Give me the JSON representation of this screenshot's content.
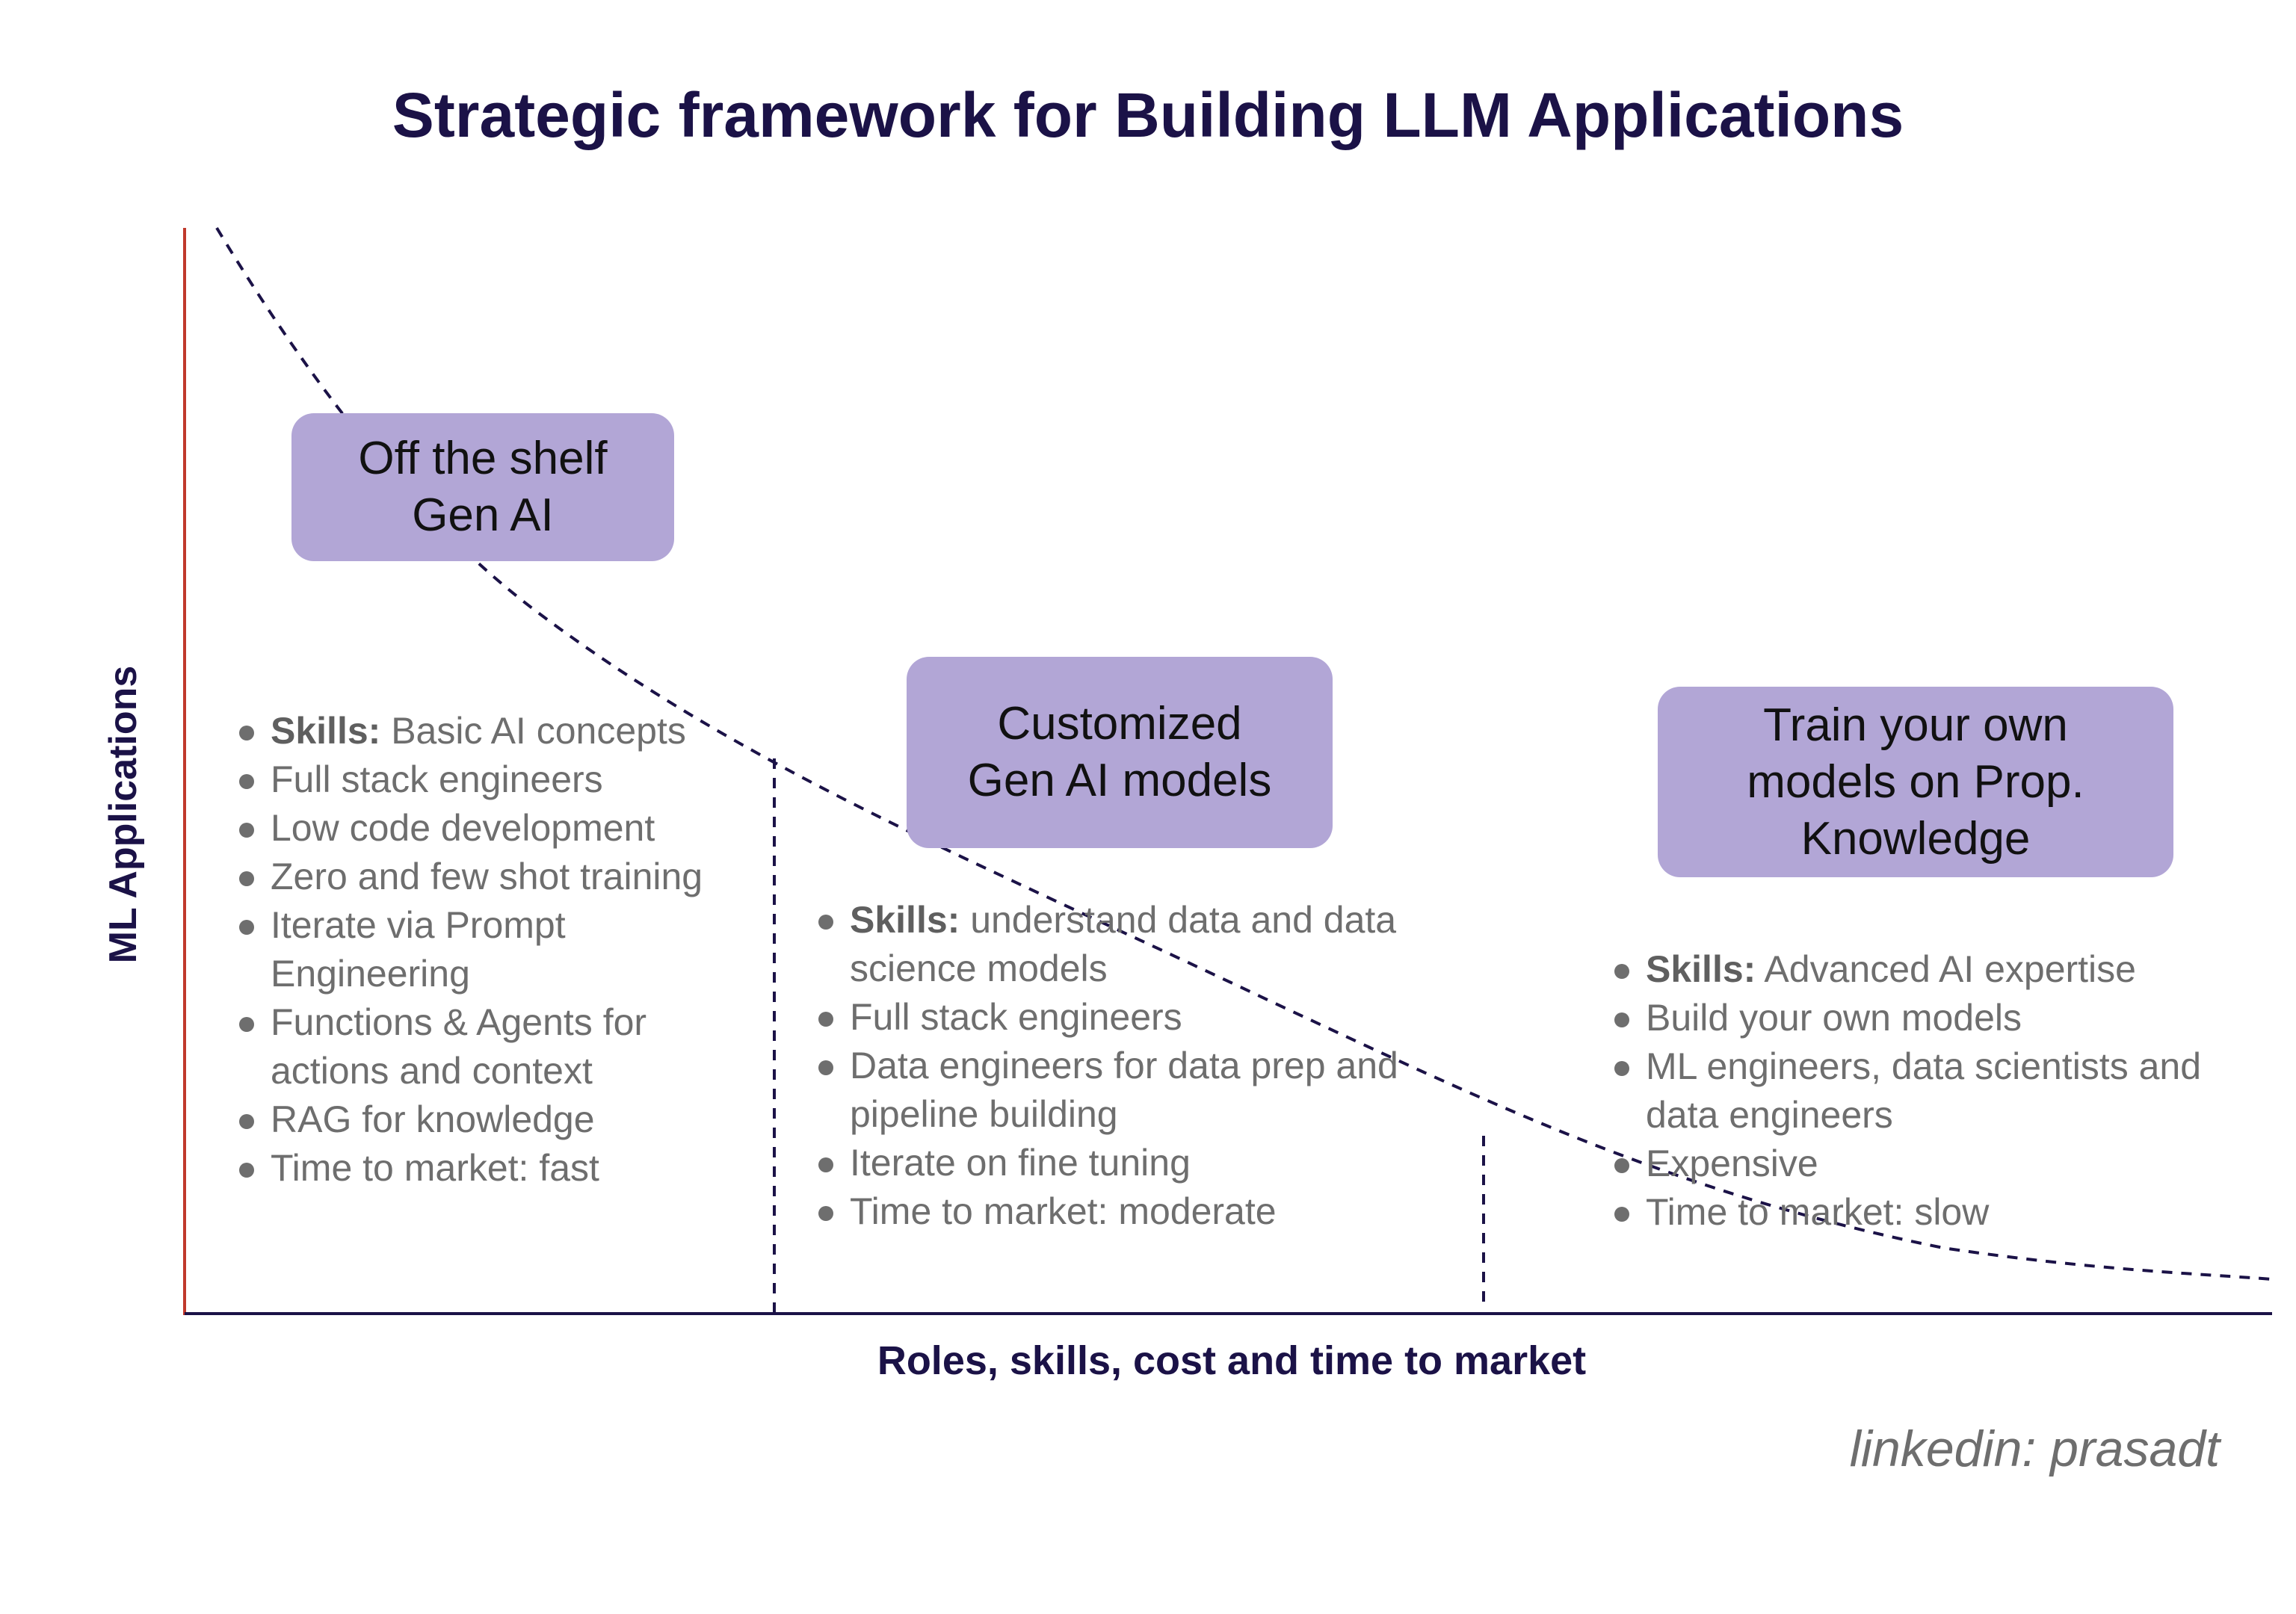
{
  "title": "Strategic framework for Building LLM Applications",
  "y_axis_label": "ML Applications",
  "x_axis_label": "Roles, skills, cost and time to market",
  "credit": "linkedin: prasadt",
  "colors": {
    "title": "#1b1247",
    "box_fill": "#b2a6d6",
    "y_axis_line": "#c0392b",
    "x_axis_line": "#1b1247",
    "dashed_curve": "#1b1247",
    "body_text": "#6e6e6e"
  },
  "stages": [
    {
      "label": "Off the shelf\nGen AI",
      "items": [
        {
          "bold": "Skills:",
          "text": " Basic AI concepts"
        },
        {
          "bold": "",
          "text": "Full stack engineers"
        },
        {
          "bold": "",
          "text": "Low code development"
        },
        {
          "bold": "",
          "text": "Zero and few shot training"
        },
        {
          "bold": "",
          "text": "Iterate via Prompt Engineering"
        },
        {
          "bold": "",
          "text": "Functions & Agents for actions and context"
        },
        {
          "bold": "",
          "text": "RAG for knowledge"
        },
        {
          "bold": "",
          "text": "Time to market: fast"
        }
      ]
    },
    {
      "label": "Customized\nGen AI models",
      "items": [
        {
          "bold": "Skills:",
          "text": " understand data and data science models"
        },
        {
          "bold": "",
          "text": "Full stack engineers"
        },
        {
          "bold": "",
          "text": "Data engineers for data prep and pipeline building"
        },
        {
          "bold": "",
          "text": "Iterate on fine tuning"
        },
        {
          "bold": "",
          "text": "Time to market: moderate"
        }
      ]
    },
    {
      "label": "Train your own\nmodels on Prop.\nKnowledge",
      "items": [
        {
          "bold": "Skills:",
          "text": " Advanced AI expertise"
        },
        {
          "bold": "",
          "text": "Build your own models"
        },
        {
          "bold": "",
          "text": "ML engineers, data scientists and data engineers"
        },
        {
          "bold": "",
          "text": "Expensive"
        },
        {
          "bold": "",
          "text": "Time to market: slow"
        }
      ]
    }
  ]
}
